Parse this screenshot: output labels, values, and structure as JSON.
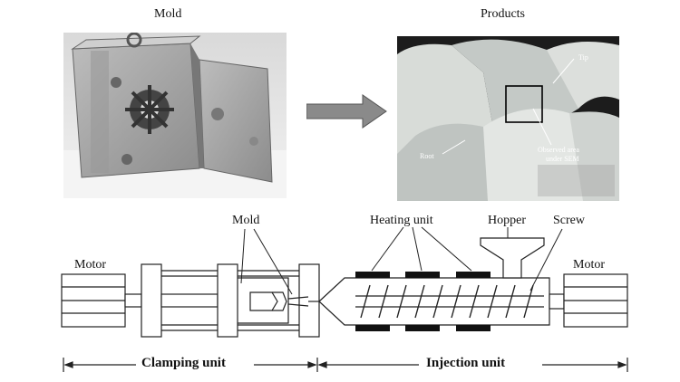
{
  "titles": {
    "mold": "Mold",
    "products": "Products"
  },
  "photo_annotations": {
    "tip": "Tip",
    "root": "Root",
    "observed": [
      "Observed area",
      "under SEM"
    ]
  },
  "machine_labels": {
    "mold": "Mold",
    "heating_unit": "Heating unit",
    "hopper": "Hopper",
    "screw": "Screw",
    "motor_left": "Motor",
    "motor_right": "Motor"
  },
  "sections": {
    "clamping": "Clamping unit",
    "injection": "Injection unit"
  },
  "colors": {
    "line": "#222222",
    "fill_dark": "#111111",
    "arrow_gray": "#8a8a8a"
  }
}
